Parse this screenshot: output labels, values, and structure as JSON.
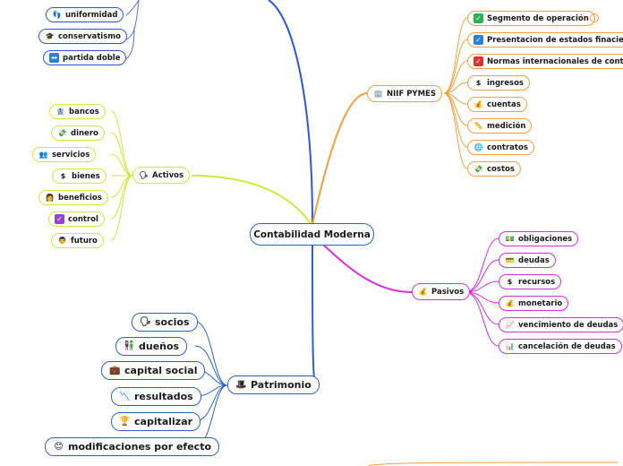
{
  "root": "Contabilidad Moderna",
  "top_items": [
    {
      "label": "uniformidad",
      "icon": "footprints-icon"
    },
    {
      "label": "conservatismo",
      "icon": "graduation-cap-icon"
    },
    {
      "label": "partida doble",
      "icon": "left-right-arrow-icon"
    }
  ],
  "niif": {
    "label": "NIIF PYMES",
    "icon": "building-icon",
    "items": [
      {
        "label": "Segmento de operación",
        "icon": "check-green-icon"
      },
      {
        "label": "Presentacion de estados finacieros",
        "icon": "check-blue-icon"
      },
      {
        "label": "Normas internacionales de contabilidad",
        "icon": "check-red-icon"
      },
      {
        "label": "ingresos",
        "icon": "dollar-icon"
      },
      {
        "label": "cuentas",
        "icon": "money-bag-icon"
      },
      {
        "label": "medición",
        "icon": "ruler-icon"
      },
      {
        "label": "contratos",
        "icon": "globe-icon"
      },
      {
        "label": "costos",
        "icon": "money-wings-icon"
      }
    ],
    "info_badge": "i"
  },
  "activos": {
    "label": "Activos",
    "icon": "speaking-head-icon",
    "items": [
      {
        "label": "bancos",
        "icon": "bank-icon"
      },
      {
        "label": "dinero",
        "icon": "money-wings-icon"
      },
      {
        "label": "servicios",
        "icon": "people-icon"
      },
      {
        "label": "bienes",
        "icon": "dollar-icon"
      },
      {
        "label": "beneficios",
        "icon": "woman-icon"
      },
      {
        "label": "control",
        "icon": "check-purple-icon"
      },
      {
        "label": "futuro",
        "icon": "man-icon"
      }
    ]
  },
  "pasivos": {
    "label": "Pasivos",
    "icon": "money-bag-icon",
    "items": [
      {
        "label": "obligaciones",
        "icon": "banknote-icon"
      },
      {
        "label": "deudas",
        "icon": "credit-card-icon"
      },
      {
        "label": "recursos",
        "icon": "dollar-icon"
      },
      {
        "label": "monetario",
        "icon": "money-bag-icon"
      },
      {
        "label": "vencimiento de deudas",
        "icon": "chart-up-icon"
      },
      {
        "label": "cancelación de deudas",
        "icon": "bar-chart-icon"
      }
    ]
  },
  "patrimonio": {
    "label": "Patrimonio",
    "icon": "tophat-money-icon",
    "items": [
      {
        "label": "socios",
        "icon": "speaking-head-icon"
      },
      {
        "label": "dueños",
        "icon": "couple-icon"
      },
      {
        "label": "capital social",
        "icon": "briefcase-icon"
      },
      {
        "label": "resultados",
        "icon": "chart-down-icon"
      },
      {
        "label": "capitalizar",
        "icon": "trophy-icon"
      },
      {
        "label": "modificaciones por efecto",
        "icon": "face-icon"
      }
    ]
  },
  "colors": {
    "blue": "#2d57d9",
    "orange": "#f2a03d",
    "lime": "#cfe83a",
    "magenta": "#d92fd9",
    "patrimonio": "#2a63c7"
  }
}
